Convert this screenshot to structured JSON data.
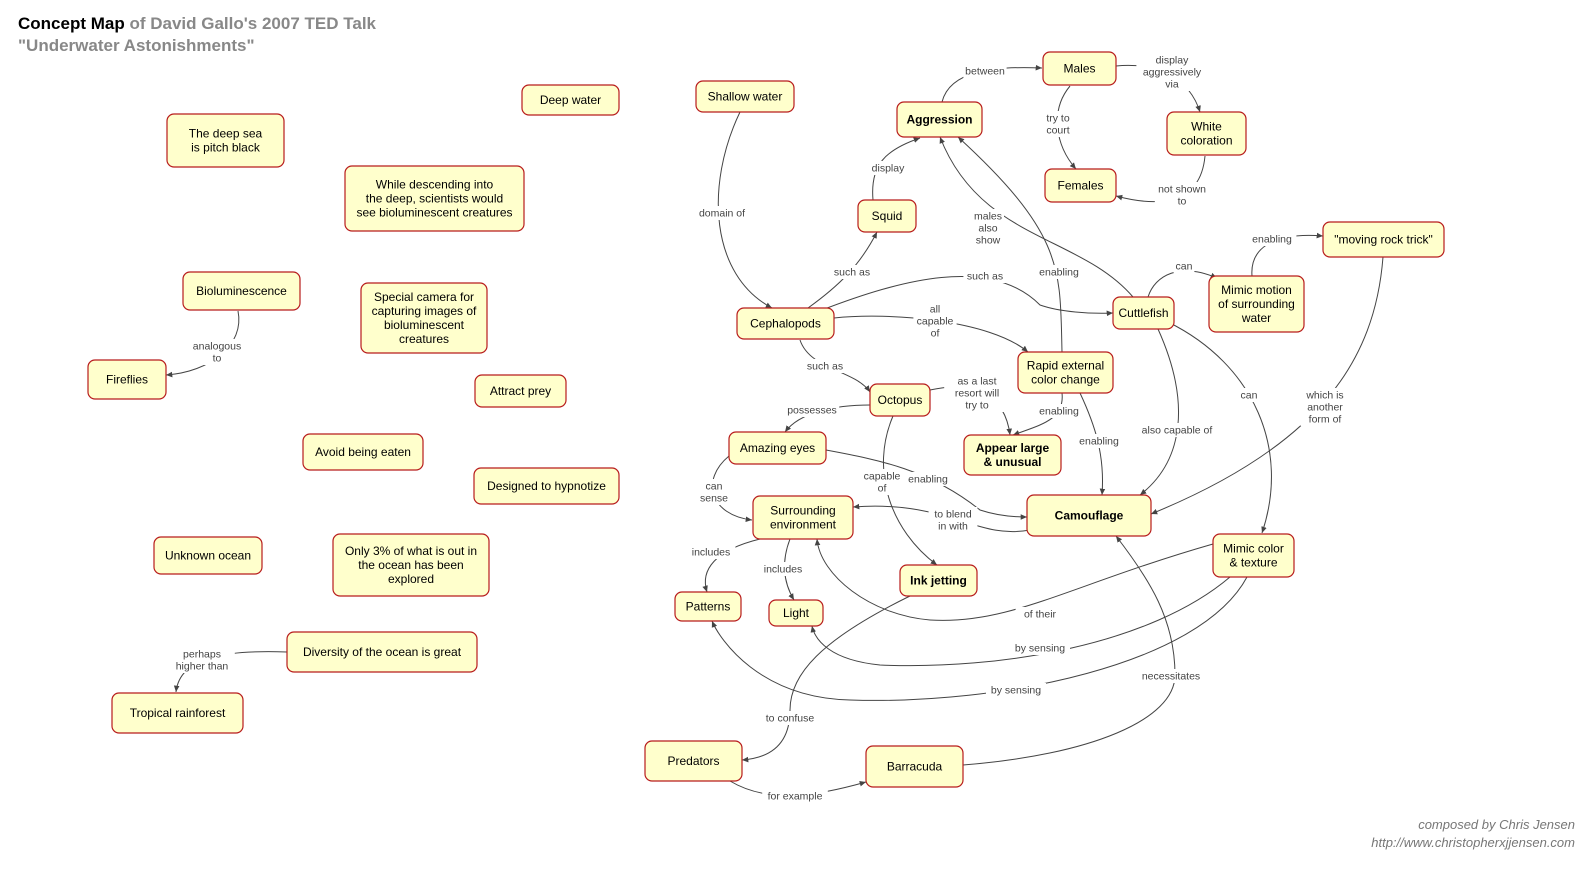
{
  "title": {
    "lead": "Concept Map",
    "rest": " of David Gallo's 2007 TED Talk",
    "subtitle": "\"Underwater Astonishments\""
  },
  "credit": {
    "line1": "composed by Chris Jensen",
    "line2": "http://www.christopherxjjensen.com"
  },
  "nodes": [
    {
      "id": "deep-water",
      "lines": [
        "Deep water"
      ]
    },
    {
      "id": "deep-sea-black",
      "lines": [
        "The deep sea",
        "is pitch black"
      ]
    },
    {
      "id": "descending",
      "lines": [
        "While descending into",
        "the deep, scientists would",
        "see bioluminescent creatures"
      ]
    },
    {
      "id": "bioluminescence",
      "lines": [
        "Bioluminescence"
      ]
    },
    {
      "id": "special-camera",
      "lines": [
        "Special camera for",
        "capturing images of",
        "bioluminescent",
        "creatures"
      ]
    },
    {
      "id": "fireflies",
      "lines": [
        "Fireflies"
      ]
    },
    {
      "id": "attract-prey",
      "lines": [
        "Attract prey"
      ]
    },
    {
      "id": "avoid-eaten",
      "lines": [
        "Avoid being eaten"
      ]
    },
    {
      "id": "hypnotize",
      "lines": [
        "Designed to hypnotize"
      ]
    },
    {
      "id": "unknown-ocean",
      "lines": [
        "Unknown ocean"
      ]
    },
    {
      "id": "only-3",
      "lines": [
        "Only 3% of what is out in",
        "the ocean has been",
        "explored"
      ]
    },
    {
      "id": "diversity",
      "lines": [
        "Diversity of the ocean is great"
      ]
    },
    {
      "id": "rainforest",
      "lines": [
        "Tropical rainforest"
      ]
    },
    {
      "id": "shallow-water",
      "lines": [
        "Shallow water"
      ]
    },
    {
      "id": "aggression",
      "lines": [
        "Aggression"
      ],
      "bold": true
    },
    {
      "id": "males",
      "lines": [
        "Males"
      ]
    },
    {
      "id": "white-coloration",
      "lines": [
        "White",
        "coloration"
      ]
    },
    {
      "id": "females",
      "lines": [
        "Females"
      ]
    },
    {
      "id": "squid",
      "lines": [
        "Squid"
      ]
    },
    {
      "id": "moving-rock",
      "lines": [
        "\"moving rock trick\""
      ]
    },
    {
      "id": "cephalopods",
      "lines": [
        "Cephalopods"
      ]
    },
    {
      "id": "cuttlefish",
      "lines": [
        "Cuttlefish"
      ]
    },
    {
      "id": "mimic-motion",
      "lines": [
        "Mimic motion",
        "of surrounding",
        "water"
      ]
    },
    {
      "id": "rapid-color",
      "lines": [
        "Rapid external",
        "color change"
      ]
    },
    {
      "id": "octopus",
      "lines": [
        "Octopus"
      ]
    },
    {
      "id": "appear-large",
      "lines": [
        "Appear large",
        "& unusual"
      ],
      "bold": true
    },
    {
      "id": "amazing-eyes",
      "lines": [
        "Amazing eyes"
      ]
    },
    {
      "id": "surrounding",
      "lines": [
        "Surrounding",
        "environment"
      ]
    },
    {
      "id": "camouflage",
      "lines": [
        "Camouflage"
      ],
      "bold": true
    },
    {
      "id": "mimic-color",
      "lines": [
        "Mimic color",
        "& texture"
      ]
    },
    {
      "id": "ink-jetting",
      "lines": [
        "Ink jetting"
      ],
      "bold": true
    },
    {
      "id": "patterns",
      "lines": [
        "Patterns"
      ]
    },
    {
      "id": "light",
      "lines": [
        "Light"
      ]
    },
    {
      "id": "predators",
      "lines": [
        "Predators"
      ]
    },
    {
      "id": "barracuda",
      "lines": [
        "Barracuda"
      ]
    }
  ],
  "edges": [
    {
      "id": "bio-fireflies",
      "lines": [
        "analogous",
        "to"
      ]
    },
    {
      "id": "diversity-rainforest",
      "lines": [
        "perhaps",
        "higher than"
      ]
    },
    {
      "id": "shallow-ceph",
      "lines": [
        "domain of"
      ]
    },
    {
      "id": "squid-aggr",
      "lines": [
        "display"
      ]
    },
    {
      "id": "aggr-males",
      "lines": [
        "between"
      ]
    },
    {
      "id": "males-white",
      "lines": [
        "display",
        "aggressively",
        "via"
      ]
    },
    {
      "id": "males-females",
      "lines": [
        "try to",
        "court"
      ]
    },
    {
      "id": "white-females",
      "lines": [
        "not shown",
        "to"
      ]
    },
    {
      "id": "cuttle-aggr",
      "lines": [
        "males",
        "also",
        "show"
      ]
    },
    {
      "id": "rapid-aggr",
      "lines": [
        "enabling"
      ]
    },
    {
      "id": "ceph-squid",
      "lines": [
        "such as"
      ]
    },
    {
      "id": "ceph-cuttle",
      "lines": [
        "such as"
      ]
    },
    {
      "id": "ceph-rapid",
      "lines": [
        "all",
        "capable",
        "of"
      ]
    },
    {
      "id": "ceph-octopus",
      "lines": [
        "such as"
      ]
    },
    {
      "id": "cuttle-mimicmotion",
      "lines": [
        "can"
      ]
    },
    {
      "id": "mimicmotion-rock",
      "lines": [
        "enabling"
      ]
    },
    {
      "id": "rock-camo",
      "lines": [
        "which is",
        "another",
        "form of"
      ]
    },
    {
      "id": "cuttle-mimiccolor",
      "lines": [
        "can"
      ]
    },
    {
      "id": "cuttle-camo",
      "lines": [
        "also capable of"
      ]
    },
    {
      "id": "octopus-appear",
      "lines": [
        "as a last",
        "resort will",
        "try to"
      ]
    },
    {
      "id": "rapid-appear",
      "lines": [
        "enabling"
      ]
    },
    {
      "id": "rapid-camo",
      "lines": [
        "enabling"
      ]
    },
    {
      "id": "octopus-eyes",
      "lines": [
        "possesses"
      ]
    },
    {
      "id": "octopus-ink",
      "lines": [
        "capable",
        "of"
      ]
    },
    {
      "id": "eyes-surround",
      "lines": [
        "can",
        "sense"
      ]
    },
    {
      "id": "eyes-camo",
      "lines": [
        "enabling"
      ]
    },
    {
      "id": "camo-surround",
      "lines": [
        "to blend",
        "in with"
      ]
    },
    {
      "id": "surround-patterns",
      "lines": [
        "includes"
      ]
    },
    {
      "id": "surround-light",
      "lines": [
        "includes"
      ]
    },
    {
      "id": "mimiccolor-surround",
      "lines": [
        "of their"
      ]
    },
    {
      "id": "mimiccolor-light",
      "lines": [
        "by sensing"
      ]
    },
    {
      "id": "mimiccolor-patterns",
      "lines": [
        "by sensing"
      ]
    },
    {
      "id": "ink-predators",
      "lines": [
        "to confuse"
      ]
    },
    {
      "id": "barracuda-camo",
      "lines": [
        "necessitates"
      ]
    },
    {
      "id": "predators-barracuda",
      "lines": [
        "for example"
      ]
    }
  ]
}
